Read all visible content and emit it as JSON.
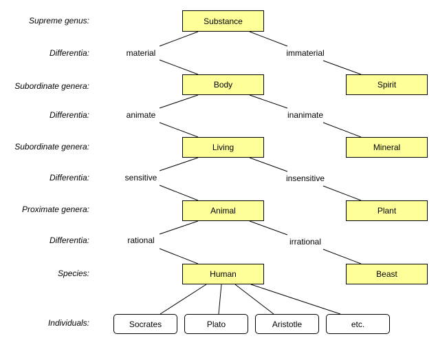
{
  "levels": [
    "Supreme genus:",
    "Differentia:",
    "Subordinate genera:",
    "Differentia:",
    "Subordinate genera:",
    "Differentia:",
    "Proximate genera:",
    "Differentia:",
    "Species:",
    "Individuals:"
  ],
  "genus_boxes": [
    "Substance",
    "Body",
    "Spirit",
    "Living",
    "Mineral",
    "Animal",
    "Plant",
    "Human",
    "Beast"
  ],
  "differentiae": [
    "material",
    "immaterial",
    "animate",
    "inanimate",
    "sensitive",
    "insensitive",
    "rational",
    "irrational"
  ],
  "individuals": [
    "Socrates",
    "Plato",
    "Aristotle",
    "etc."
  ],
  "colors": {
    "box_fill": "#ffff99",
    "line": "#000000"
  }
}
